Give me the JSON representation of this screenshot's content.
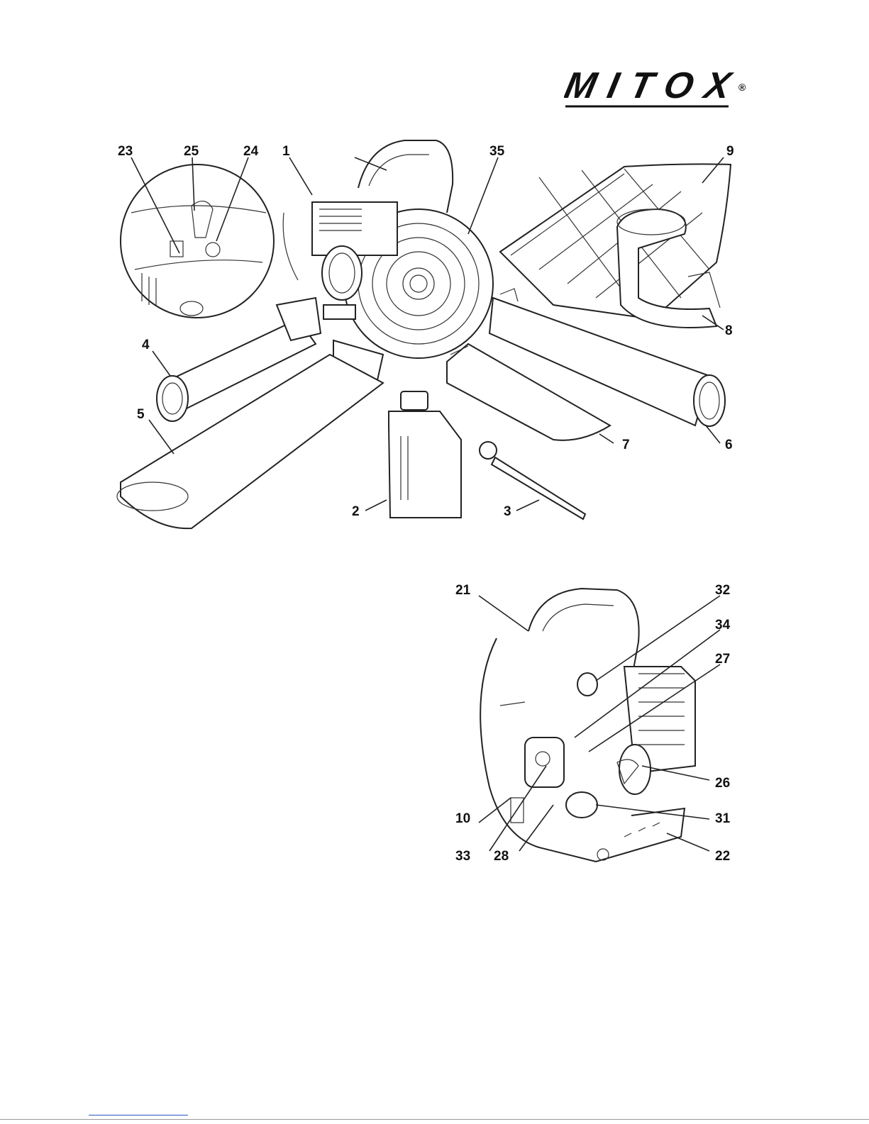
{
  "brand": {
    "name": "MITOX",
    "mark": "®"
  },
  "figure_top": {
    "callouts": [
      "23",
      "25",
      "24",
      "1",
      "35",
      "9",
      "4",
      "8",
      "5",
      "7",
      "6",
      "2",
      "3"
    ]
  },
  "figure_bottom": {
    "callouts": [
      "21",
      "32",
      "34",
      "27",
      "26",
      "10",
      "31",
      "33",
      "28",
      "22"
    ]
  },
  "colors": {
    "ink": "#111111",
    "link": "#2c55c8"
  }
}
